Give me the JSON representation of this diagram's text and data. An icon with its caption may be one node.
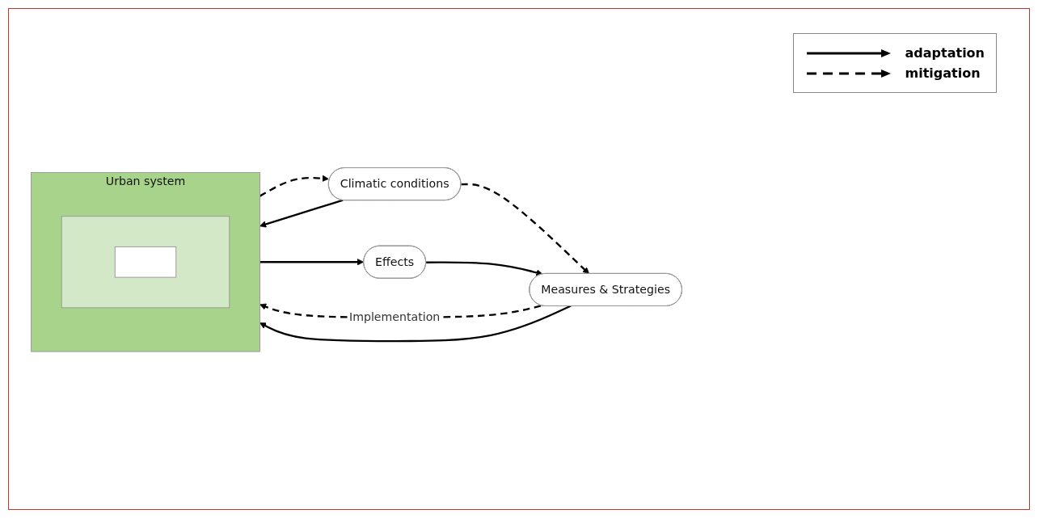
{
  "diagram": {
    "nodes": [
      {
        "text": [
          "Measures & Strategies"
        ]
      },
      {
        "text": [
          "Climatic conditions"
        ]
      },
      {
        "text": [
          "Urban system"
        ]
      },
      {
        "text": [],
        "shape": "box",
        "in": 2
      },
      {
        "text": [],
        "shape": "box",
        "in": 3
      },
      {
        "text": [
          "Effects"
        ]
      }
    ],
    "edges": [
      {
        "from": 1,
        "to": 0,
        "arrow": "to",
        "style": "dashed"
      },
      {
        "from": 0,
        "to": 2,
        "arrow": "to",
        "style": "dashed",
        "label": "Implementation"
      },
      {
        "from": 0,
        "to": 2,
        "arrow": "to"
      },
      {
        "from": 2,
        "to": 1,
        "arrow": "to",
        "style": "dashed"
      },
      {
        "from": 1,
        "to": 2,
        "arrow": "to"
      },
      {
        "from": 2,
        "to": 5,
        "arrow": "to"
      },
      {
        "from": 5,
        "to": 0,
        "arrow": "to"
      }
    ],
    "legend": [
      {
        "text": "adaptation"
      },
      {
        "text": "mitigation"
      }
    ]
  }
}
